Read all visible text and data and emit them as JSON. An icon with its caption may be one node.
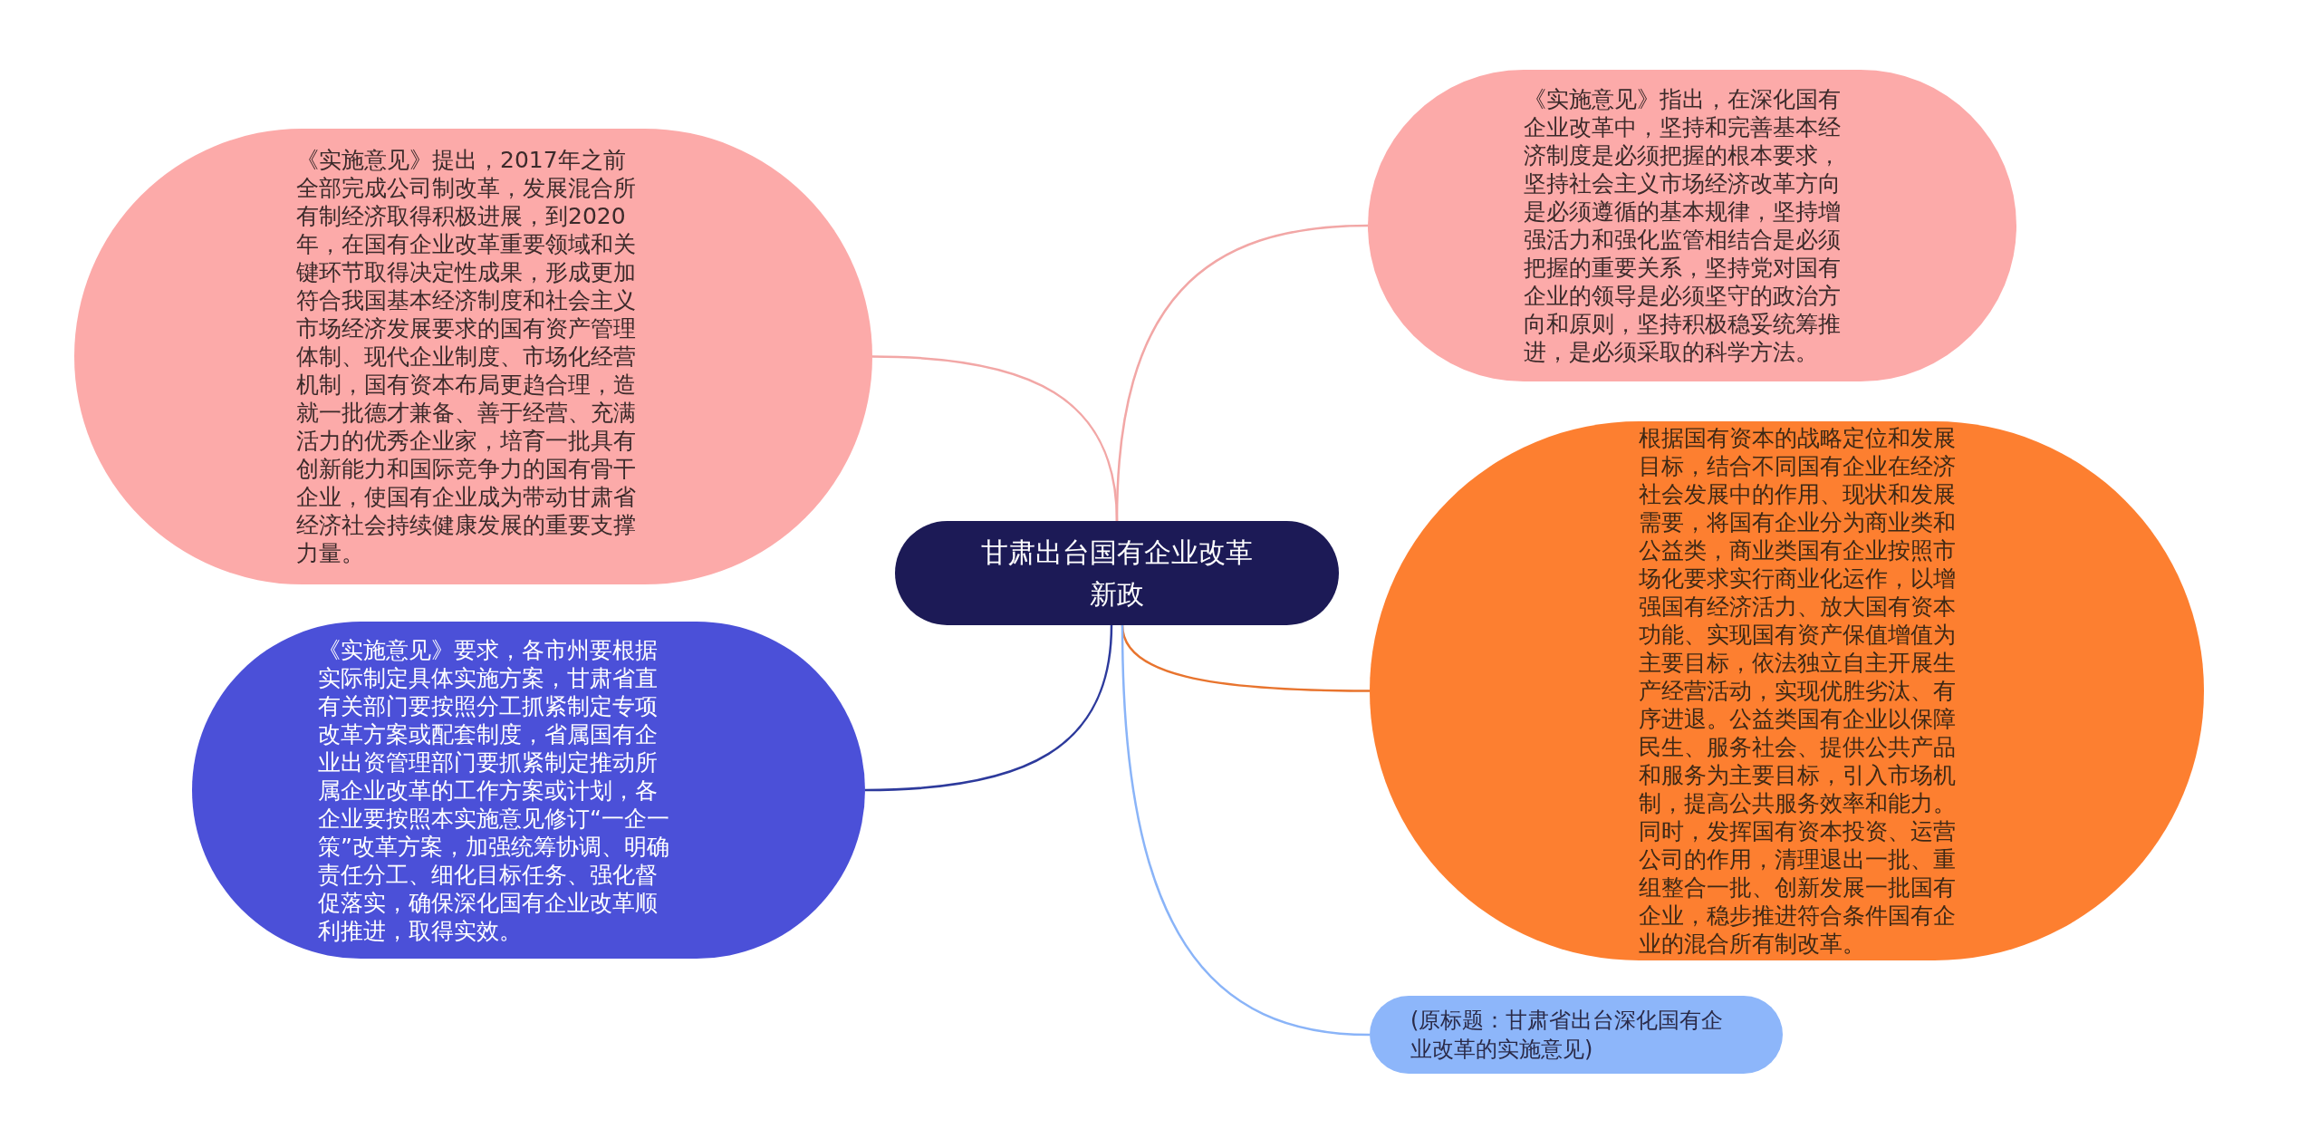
{
  "diagram": {
    "nodes": [
      {
        "text": [
          "甘肃出台国有企业改革新政"
        ]
      },
      {
        "text": [
          "《实施意见》提出，2017年之前全部完成公司制改革，发展混合所有制经济取得积极进展，到2020年，在国有企业改革重要领域和关键环节取得决定性成果，形成更加符合我国基本经济制度和社会主义市场经济发展要求的国有资产管理体制、现代企业制度、市场化经营机制，国有资本布局更趋合理，造就一批德才兼备、善于经营、充满活力的优秀企业家，培育一批具有创新能力和国际竞争力的国有骨干企业，使国有企业成为带动甘肃省经济社会持续健康发展的重要支撑力量。"
        ]
      },
      {
        "text": [
          "《实施意见》要求，各市州要根据实际制定具体实施方案，甘肃省直有关部门要按照分工抓紧制定专项改革方案或配套制度，省属国有企业出资管理部门要抓紧制定推动所属企业改革的工作方案或计划，各企业要按照本实施意见修订“一企一策”改革方案，加强统筹协调、明确责任分工、细化目标任务、强化督促落实，确保深化国有企业改革顺利推进，取得实效。"
        ]
      },
      {
        "text": [
          "《实施意见》指出，在深化国有企业改革中，坚持和完善基本经济制度是必须把握的根本要求，坚持社会主义市场经济改革方向是必须遵循的基本规律，坚持增强活力和强化监管相结合是必须把握的重要关系，坚持党对国有企业的领导是必须坚守的政治方向和原则，坚持积极稳妥统筹推进，是必须采取的科学方法。"
        ]
      },
      {
        "text": [
          "根据国有资本的战略定位和发展目标，结合不同国有企业在经济社会发展中的作用、现状和发展需要，将国有企业分为商业类和公益类，商业类国有企业按照市场化要求实行商业化运作，以增强国有经济活力、放大国有资本功能、实现国有资产保值增值为主要目标，依法独立自主开展生产经营活动，实现优胜劣汰、有序进退。公益类国有企业以保障民生、服务社会、提供公共产品和服务为主要目标，引入市场机制，提高公共服务效率和能力。同时，发挥国有资本投资、运营公司的作用，清理退出一批、重组整合一批、创新发展一批国有企业，稳步推进符合条件国有企业的混合所有制改革。"
        ]
      },
      {
        "text": [
          "(原标题：甘肃省出台深化国有企业改革的实施意见)"
        ]
      }
    ],
    "edges": [
      {
        "from": 0,
        "to": 1,
        "arrow": "none",
        "color": "#f2a7a6"
      },
      {
        "from": 0,
        "to": 2,
        "arrow": "none",
        "color": "#2d3a9c"
      },
      {
        "from": 0,
        "to": 3,
        "arrow": "none",
        "color": "#f2a7a6"
      },
      {
        "from": 0,
        "to": 4,
        "arrow": "none",
        "color": "#e8742e"
      },
      {
        "from": 0,
        "to": 5,
        "arrow": "none",
        "color": "#8ab4f8"
      }
    ]
  }
}
